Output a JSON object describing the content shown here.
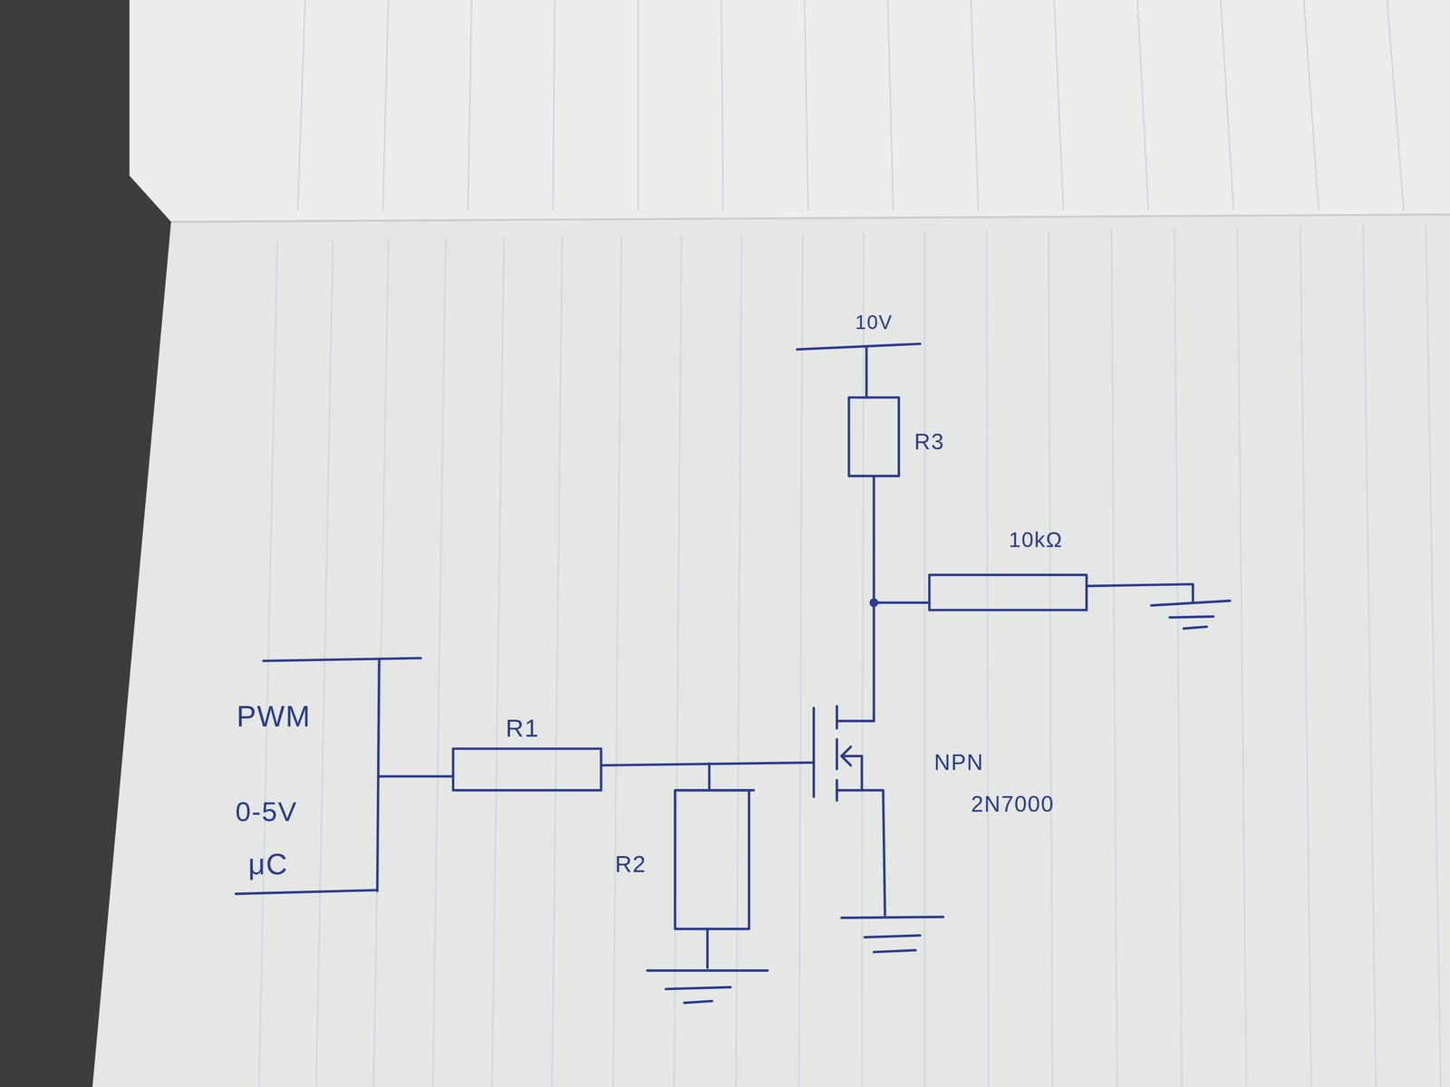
{
  "diagram": {
    "labels": [
      "10V",
      "R3",
      "10kΩ",
      "R1",
      "R2",
      "NPN",
      "2N7000",
      "PWM",
      "0-5V",
      "μC"
    ]
  }
}
